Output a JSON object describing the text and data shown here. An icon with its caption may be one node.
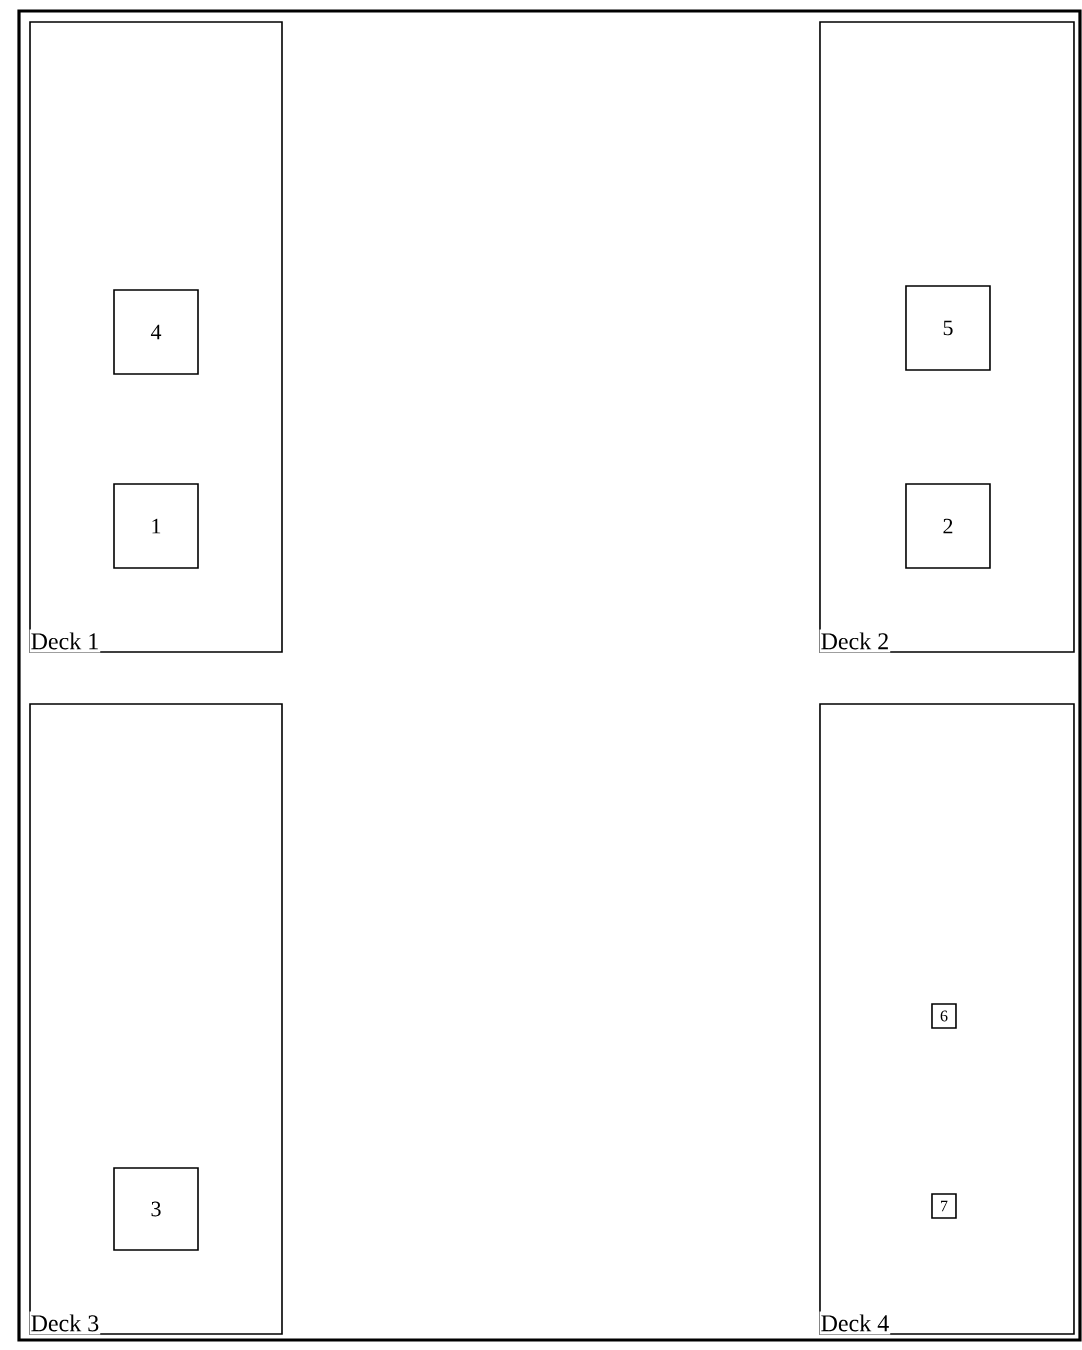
{
  "diagram": {
    "nodes": [
      {
        "text": [
          "Deck 1"
        ]
      },
      {
        "text": [
          "4"
        ],
        "in": 0
      },
      {
        "text": [
          "1"
        ],
        "in": 0
      },
      {
        "text": [
          "Deck 2"
        ]
      },
      {
        "text": [
          "5"
        ],
        "in": 3
      },
      {
        "text": [
          "2"
        ],
        "in": 3
      },
      {
        "text": [
          "Deck 3"
        ]
      },
      {
        "text": [
          "3"
        ],
        "in": 6
      },
      {
        "text": [
          "Deck 4"
        ]
      },
      {
        "text": [
          "6"
        ],
        "in": 8
      },
      {
        "text": [
          "7"
        ],
        "in": 8
      }
    ]
  }
}
